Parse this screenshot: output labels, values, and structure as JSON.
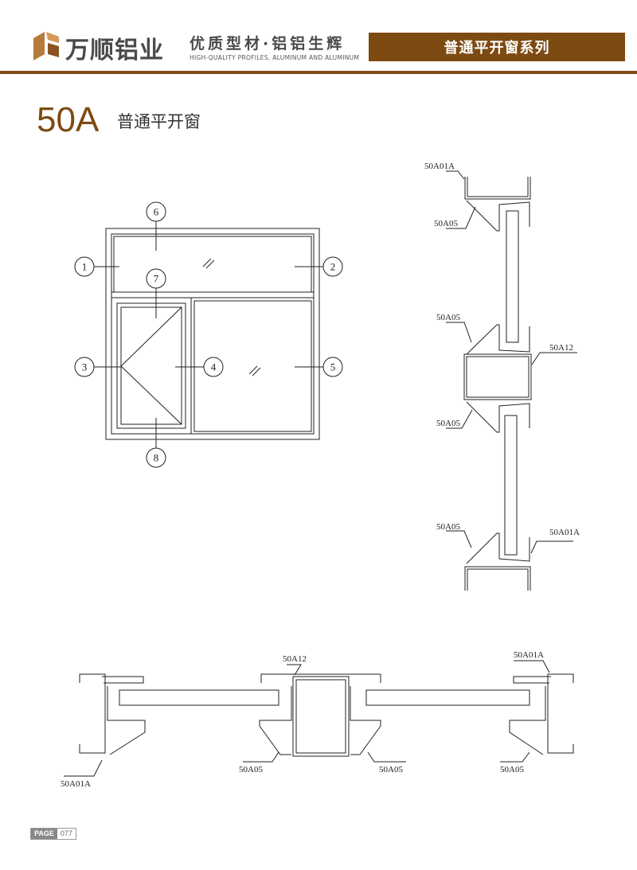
{
  "header": {
    "brand": "万顺铝业",
    "tagline": "优质型材·铝铝生辉",
    "tagline_en": "HIGH-QUALITY PROFILES, ALUMINUM AND ALUMINUM",
    "series": "普通平开窗系列"
  },
  "title": {
    "model": "50A",
    "name": "普通平开窗"
  },
  "elevation": {
    "markers": [
      "1",
      "2",
      "3",
      "4",
      "5",
      "6",
      "7",
      "8"
    ]
  },
  "vertical_section": {
    "labels": [
      "50A01A",
      "50A05",
      "50A05",
      "50A12",
      "50A05",
      "50A05",
      "50A01A"
    ]
  },
  "horizontal_section": {
    "labels": [
      "50A12",
      "50A01A",
      "50A01A",
      "50A05",
      "50A05",
      "50A05"
    ]
  },
  "footer": {
    "page_label": "PAGE",
    "page_number": "077"
  },
  "colors": {
    "brand": "#7d4a12"
  }
}
